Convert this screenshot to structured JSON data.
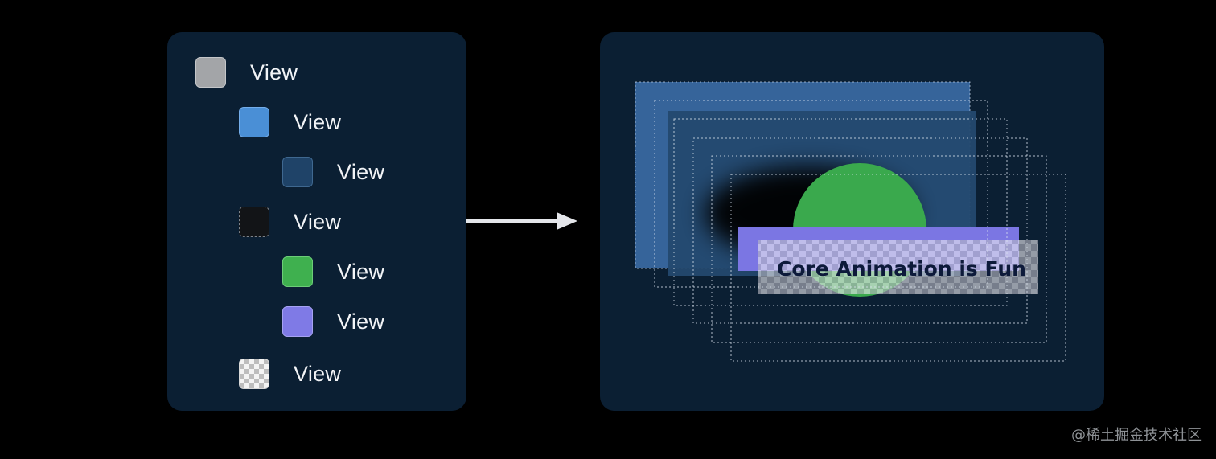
{
  "hierarchy": {
    "rows": [
      {
        "label": "View",
        "swatch": "gray"
      },
      {
        "label": "View",
        "swatch": "blue"
      },
      {
        "label": "View",
        "swatch": "navy"
      },
      {
        "label": "View",
        "swatch": "dashed"
      },
      {
        "label": "View",
        "swatch": "green"
      },
      {
        "label": "View",
        "swatch": "purple"
      },
      {
        "label": "View",
        "swatch": "checkerboard"
      }
    ]
  },
  "composite": {
    "caption": "Core Animation is Fun"
  },
  "colors": {
    "background": "#000000",
    "panel": "#0b1f33",
    "gray": "#a3a5a8",
    "blue": "#4a8fd6",
    "navy": "#1f4368",
    "green": "#3fb04f",
    "purple": "#7f7ae6"
  },
  "icons": {
    "arrow": "right-arrow-icon"
  },
  "watermark": "@稀土掘金技术社区"
}
